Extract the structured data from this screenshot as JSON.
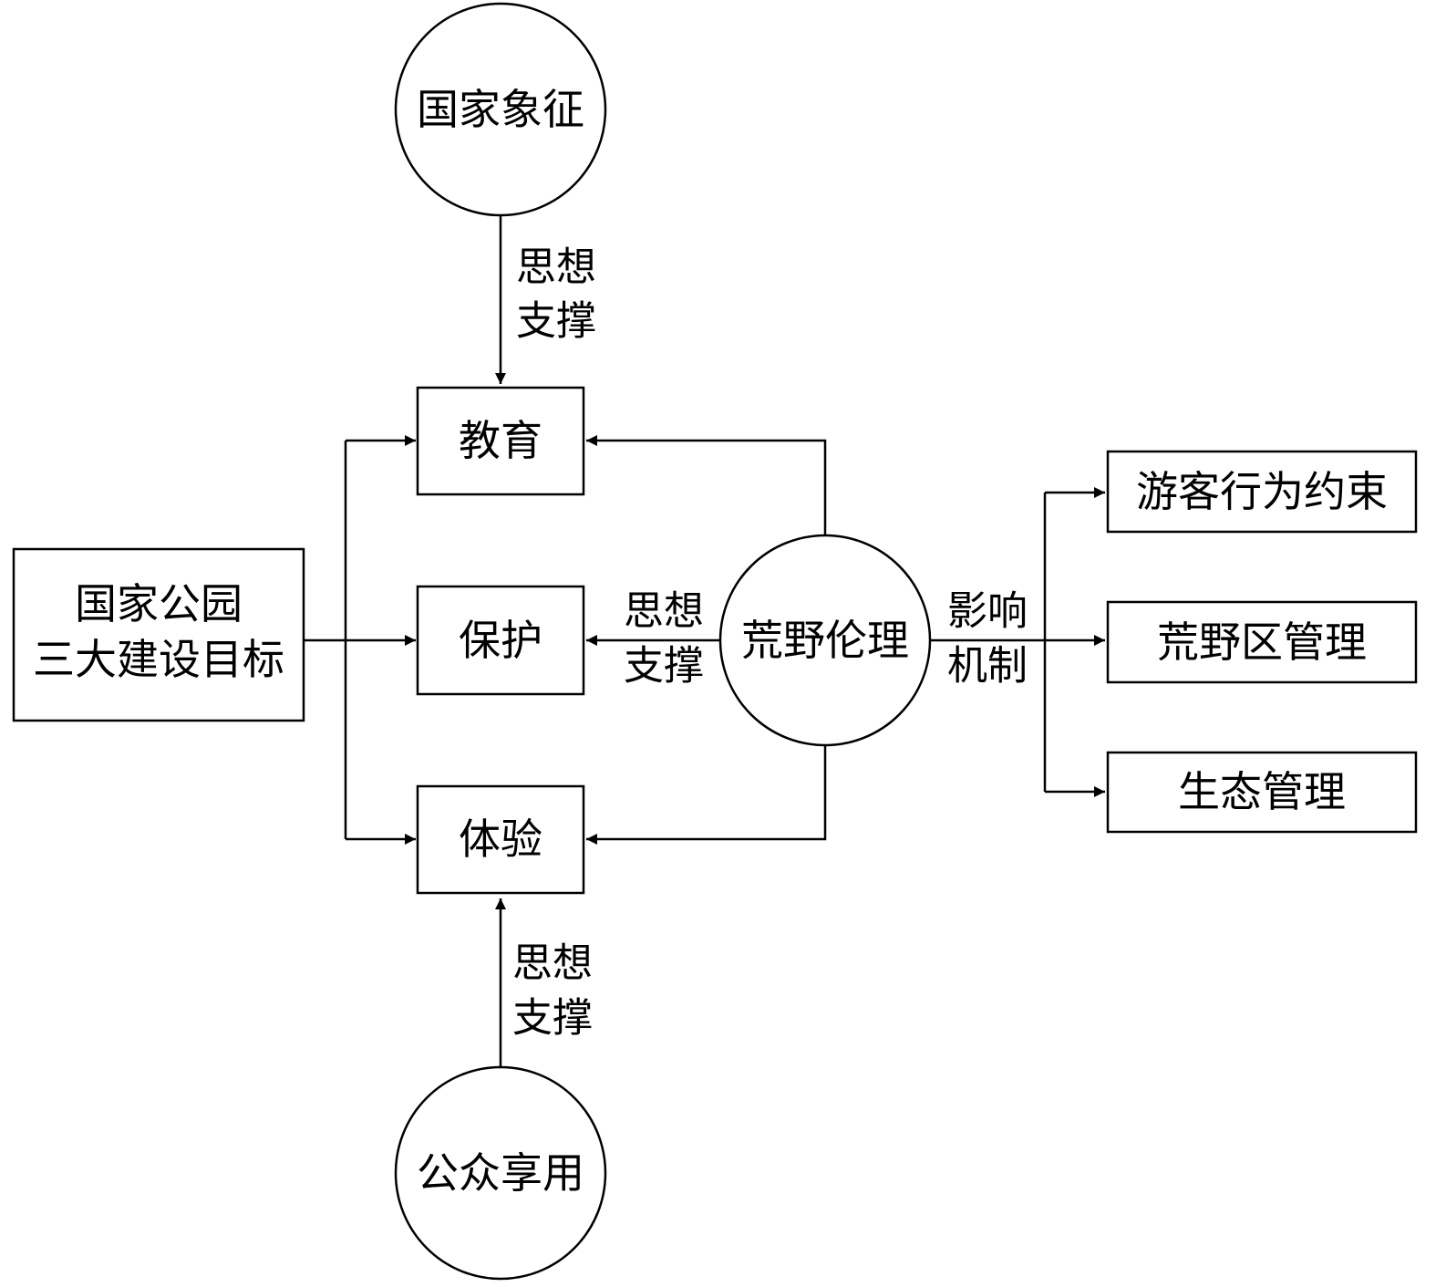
{
  "nodes": {
    "national_symbol": "国家象征",
    "public_enjoyment": "公众享用",
    "wilderness_ethics": "荒野伦理",
    "education": "教育",
    "protection": "保护",
    "experience": "体验",
    "goals_line1": "国家公园",
    "goals_line2": "三大建设目标",
    "visitor_constraint": "游客行为约束",
    "wilderness_management": "荒野区管理",
    "ecological_management": "生态管理"
  },
  "edge_labels": {
    "top_support_line1": "思想",
    "top_support_line2": "支撑",
    "middle_support_line1": "思想",
    "middle_support_line2": "支撑",
    "bottom_support_line1": "思想",
    "bottom_support_line2": "支撑",
    "mechanism_line1": "影响",
    "mechanism_line2": "机制"
  }
}
